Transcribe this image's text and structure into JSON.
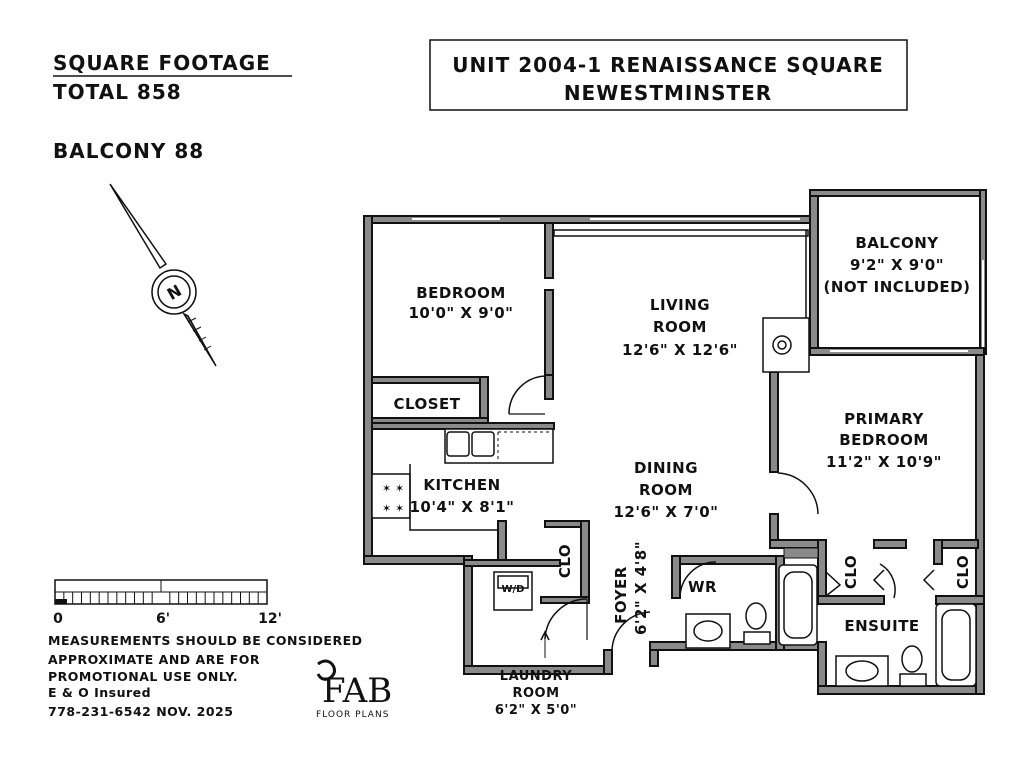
{
  "header": {
    "square_footage_title": "SQUARE FOOTAGE",
    "total": "TOTAL 858",
    "balcony": "BALCONY 88",
    "unit_line1": "UNIT 2004-1 RENAISSANCE SQUARE",
    "unit_line2": "NEWESTMINSTER"
  },
  "rooms": {
    "bedroom": {
      "name": "BEDROOM",
      "size": "10'0\" X 9'0\""
    },
    "closet": {
      "name": "CLOSET"
    },
    "living": {
      "name1": "LIVING",
      "name2": "ROOM",
      "size": "12'6\" X 12'6\""
    },
    "balcony": {
      "name": "BALCONY",
      "size": "9'2\" X 9'0\"",
      "note": "(NOT INCLUDED)"
    },
    "primary": {
      "name1": "PRIMARY",
      "name2": "BEDROOM",
      "size": "11'2\" X 10'9\""
    },
    "kitchen": {
      "name": "KITCHEN",
      "size": "10'4\" X 8'1\""
    },
    "dining": {
      "name1": "DINING",
      "name2": "ROOM",
      "size": "12'6\" X 7'0\""
    },
    "clo_kitchen": "CLO",
    "foyer": {
      "name": "FOYER",
      "size": "6'2\" X 4'8\""
    },
    "wr": "WR",
    "wd": "W/D",
    "clo_left": "CLO",
    "clo_right": "CLO",
    "ensuite": "ENSUITE",
    "laundry": {
      "name1": "LAUNDRY",
      "name2": "ROOM",
      "size": "6'2\" X 5'0\""
    }
  },
  "compass": {
    "letter": "N"
  },
  "scale": {
    "labels": [
      "0",
      "6'",
      "12'"
    ]
  },
  "notes": {
    "line1": "MEASUREMENTS SHOULD BE CONSIDERED",
    "line2": "APPROXIMATE AND ARE FOR",
    "line3": "PROMOTIONAL USE ONLY.",
    "line4": "E & O Insured",
    "line5": "778-231-6542 NOV. 2025"
  },
  "logo": {
    "brand": "FAB",
    "sub": "FLOOR PLANS"
  },
  "colors": {
    "wall": "#8a8a8a",
    "ink": "#111111",
    "background": "#ffffff"
  }
}
